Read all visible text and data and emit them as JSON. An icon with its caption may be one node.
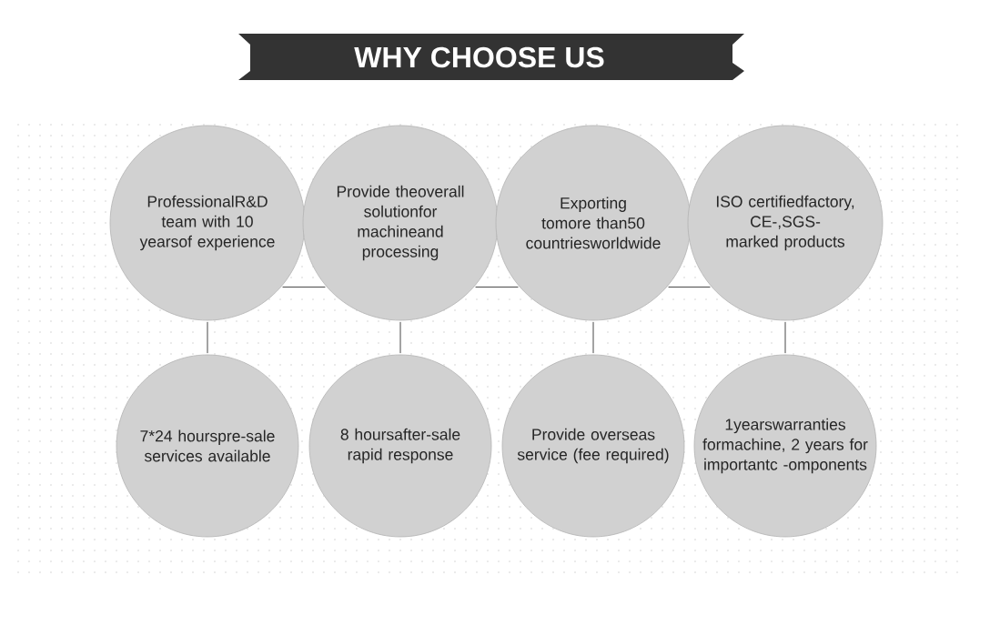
{
  "diagram": {
    "title": "WHY CHOOSE US",
    "nodes": [
      {
        "text": [
          "ProfessionalR&D team with 10 yearsof experience"
        ]
      },
      {
        "text": [
          "Provide theoverall solutionfor machineand processing"
        ]
      },
      {
        "text": [
          "Exporting tomore than50 countriesworldwide"
        ]
      },
      {
        "text": [
          "ISO certifiedfactory, CE-,SGS-marked products"
        ]
      },
      {
        "text": [
          "7*24 hourspre-sale services available"
        ]
      },
      {
        "text": [
          "8 hoursafter-sale rapid response"
        ]
      },
      {
        "text": [
          "Provide overseas service (fee required)"
        ]
      },
      {
        "text": [
          "1yearswarranties formachine, 2 years for importantc -omponents"
        ]
      }
    ],
    "edges": [
      {
        "from": 0,
        "to": 1,
        "arrow": "none"
      },
      {
        "from": 1,
        "to": 2,
        "arrow": "none"
      },
      {
        "from": 2,
        "to": 3,
        "arrow": "none"
      },
      {
        "from": 0,
        "to": 4,
        "arrow": "none"
      },
      {
        "from": 1,
        "to": 5,
        "arrow": "none"
      },
      {
        "from": 2,
        "to": 6,
        "arrow": "none"
      },
      {
        "from": 3,
        "to": 7,
        "arrow": "none"
      }
    ]
  }
}
